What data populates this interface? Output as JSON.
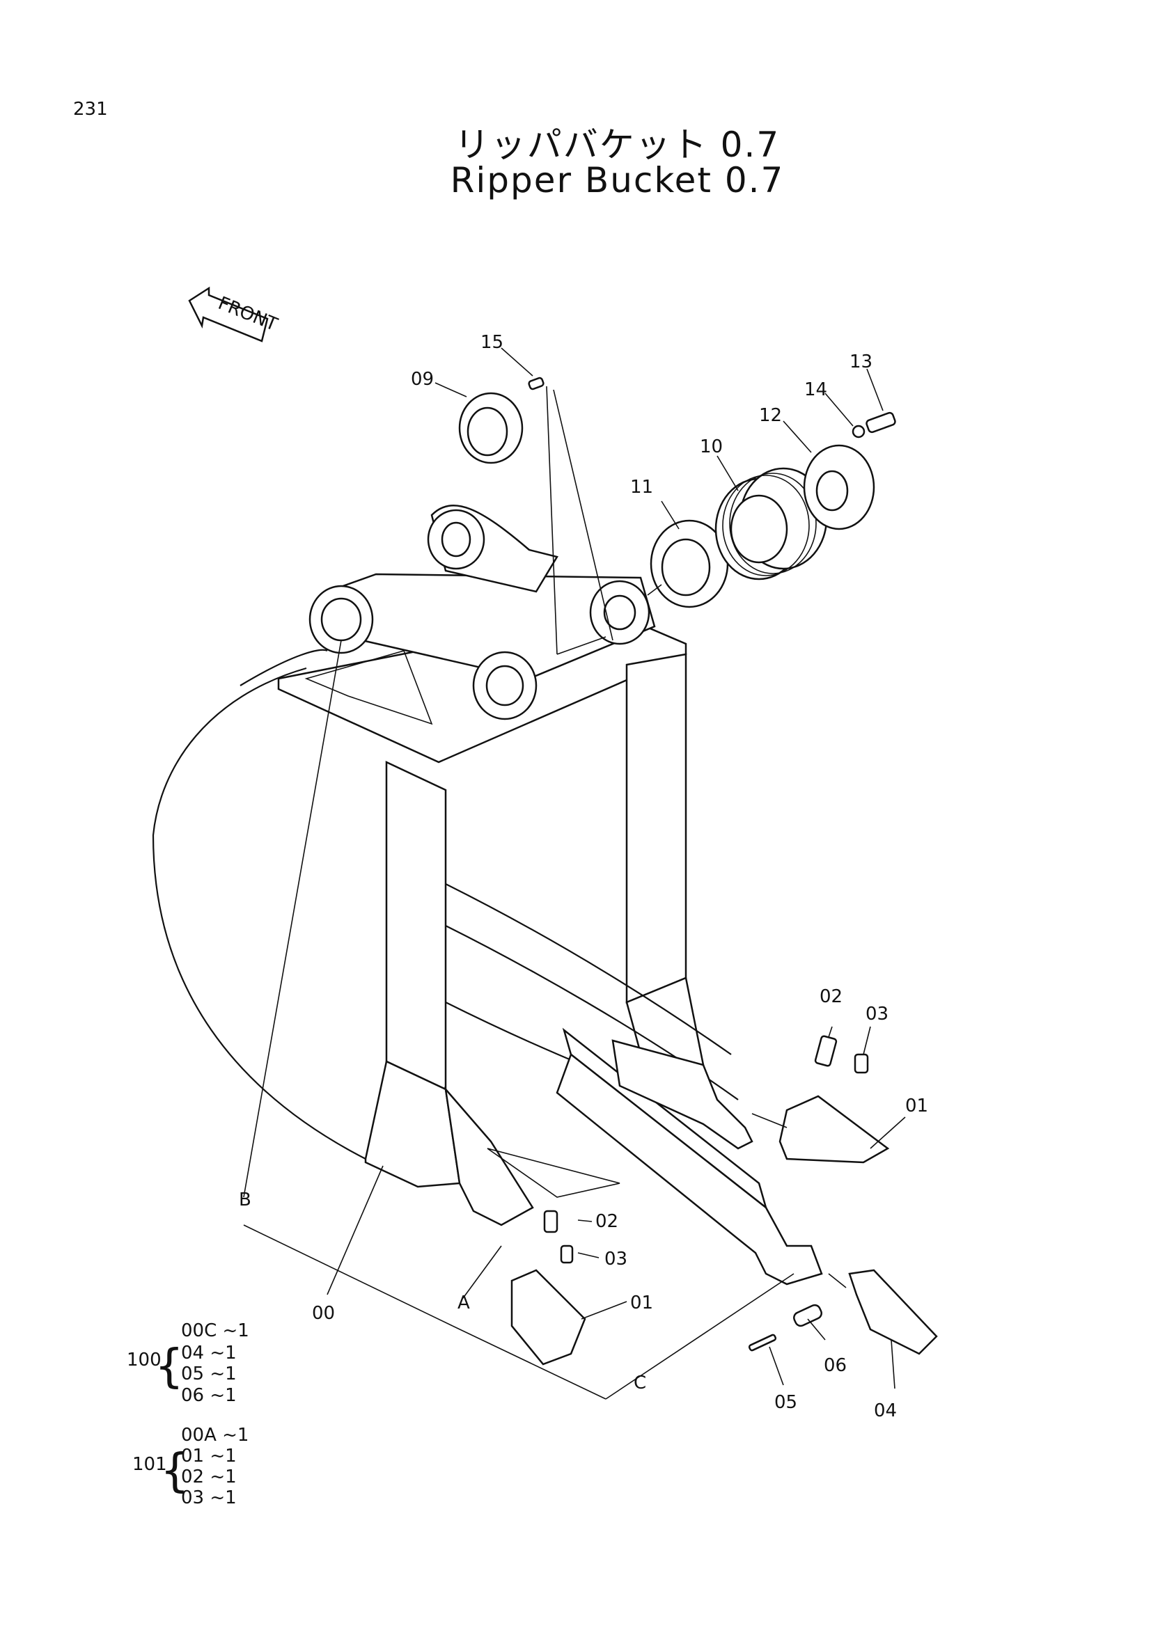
{
  "page_number": "231",
  "title_jp": "リッパバケット 0.7",
  "title_en": "Ripper Bucket 0.7",
  "front_label": "FRONT",
  "callouts": {
    "c00": "00",
    "c01a": "01",
    "c01b": "01",
    "c02a": "02",
    "c02b": "02",
    "c03a": "03",
    "c03b": "03",
    "c04": "04",
    "c05": "05",
    "c06": "06",
    "c09": "09",
    "c10": "10",
    "c11": "11",
    "c12": "12",
    "c13": "13",
    "c14": "14",
    "c15": "15",
    "cA": "A",
    "cB": "B",
    "cC": "C"
  },
  "assemblies": [
    {
      "id": "100",
      "items": [
        "00C ~1",
        "04 ~1",
        "05 ~1",
        "06 ~1"
      ]
    },
    {
      "id": "101",
      "items": [
        "00A ~1",
        "01 ~1",
        "02 ~1",
        "03 ~1"
      ]
    }
  ]
}
